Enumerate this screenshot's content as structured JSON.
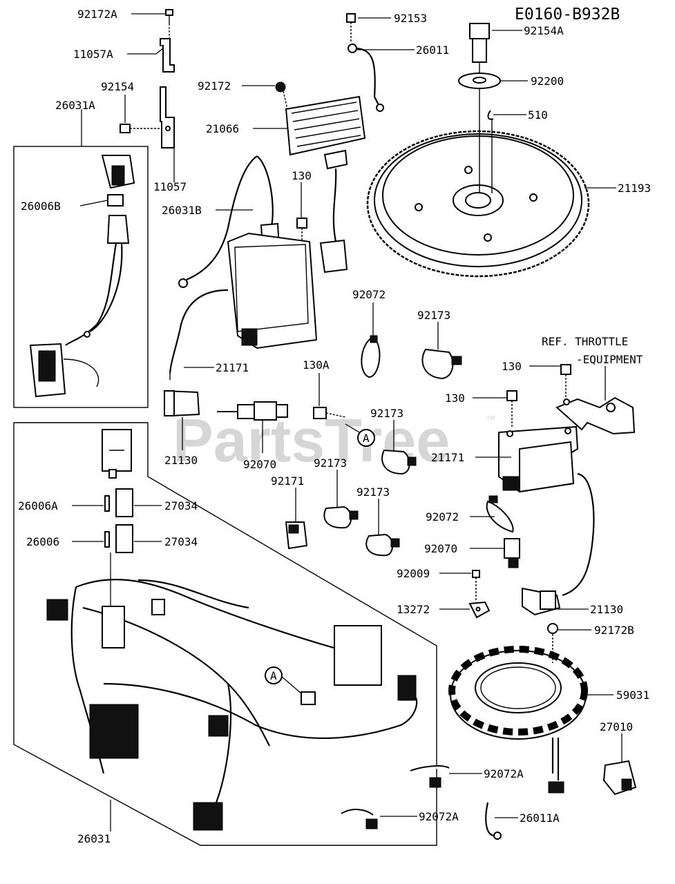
{
  "diagram_code": "E0160-B932B",
  "watermark": "PartsTree",
  "watermark_tm": "™",
  "callouts": {
    "c92172A": "92172A",
    "c11057A": "11057A",
    "c92154": "92154",
    "c26031A": "26031A",
    "c11057": "11057",
    "c26006B": "26006B",
    "c92153": "92153",
    "c26011": "26011",
    "c92172": "92172",
    "c21066": "21066",
    "c26031B": "26031B",
    "c130_top": "130",
    "c92154A": "92154A",
    "c92200": "92200",
    "c510": "510",
    "c21193": "21193",
    "c92072_top": "92072",
    "c92173_top": "92173",
    "c21171_left": "21171",
    "c130A": "130A",
    "c130_right": "130",
    "c130_mid": "130",
    "ref_throttle_1": "REF. THROTTLE",
    "ref_throttle_2": "-EQUIPMENT",
    "c21130_left": "21130",
    "c92070_left": "92070",
    "c92173_mid": "92173",
    "c92173_b": "92173",
    "c92173_c": "92173",
    "c21171_right": "21171",
    "c92171": "92171",
    "c92072_right": "92072",
    "c26006A": "26006A",
    "c27034_a": "27034",
    "c26006": "26006",
    "c27034_b": "27034",
    "c92070_right": "92070",
    "c92009": "92009",
    "c13272": "13272",
    "c21130_right": "21130",
    "c92172B": "92172B",
    "c59031": "59031",
    "c27010": "27010",
    "c92072A_a": "92072A",
    "c92072A_b": "92072A",
    "c26011A": "26011A",
    "c26031": "26031",
    "ref_A_1": "A",
    "ref_A_2": "A"
  }
}
